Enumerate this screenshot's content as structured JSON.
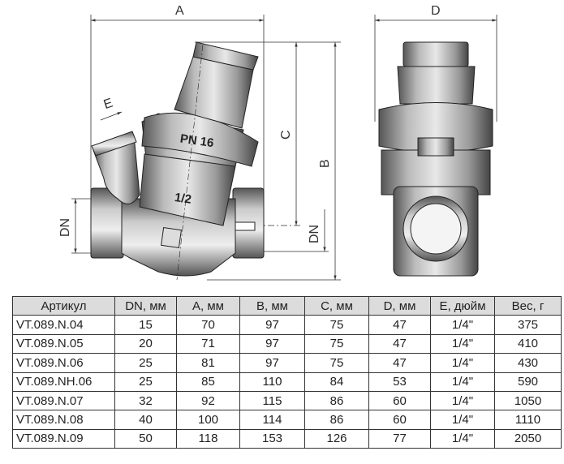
{
  "drawing": {
    "dimension_labels": {
      "a": "A",
      "b": "B",
      "c": "C",
      "d": "D",
      "e": "E",
      "dn_left": "DN",
      "dn_right": "DN"
    },
    "body_markings": {
      "pressure": "PN 16",
      "size": "1/2"
    }
  },
  "table": {
    "headers": [
      "Артикул",
      "DN, мм",
      "A, мм",
      "B, мм",
      "C, мм",
      "D, мм",
      "E, дюйм",
      "Вес, г"
    ],
    "rows": [
      [
        "VT.089.N.04",
        "15",
        "70",
        "97",
        "75",
        "47",
        "1/4\"",
        "375"
      ],
      [
        "VT.089.N.05",
        "20",
        "71",
        "97",
        "75",
        "47",
        "1/4\"",
        "410"
      ],
      [
        "VT.089.N.06",
        "25",
        "81",
        "97",
        "75",
        "47",
        "1/4\"",
        "430"
      ],
      [
        "VT.089.NH.06",
        "25",
        "85",
        "110",
        "84",
        "53",
        "1/4\"",
        "590"
      ],
      [
        "VT.089.N.07",
        "32",
        "92",
        "115",
        "86",
        "60",
        "1/4\"",
        "1050"
      ],
      [
        "VT.089.N.08",
        "40",
        "100",
        "114",
        "86",
        "60",
        "1/4\"",
        "1110"
      ],
      [
        "VT.089.N.09",
        "50",
        "118",
        "153",
        "126",
        "77",
        "1/4\"",
        "2050"
      ]
    ]
  }
}
